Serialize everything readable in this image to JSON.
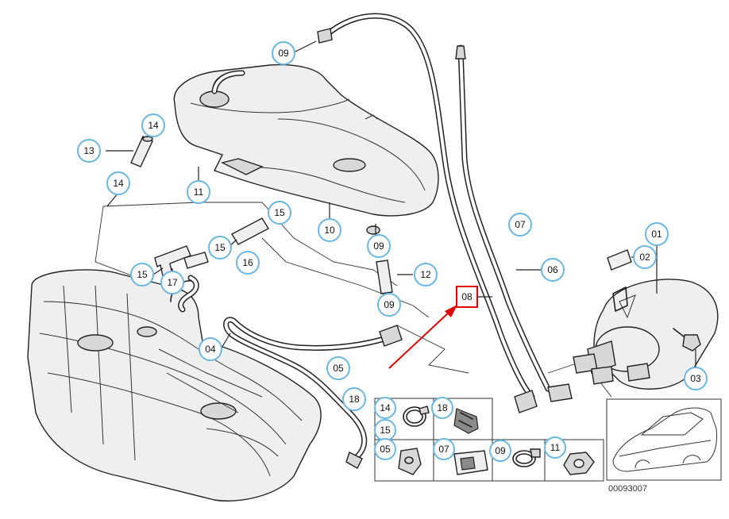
{
  "diagram_code": "00093007",
  "highlighted_label": "08",
  "highlight_color": "#e00000",
  "callout_color": "#6bb7e3",
  "callouts": [
    {
      "id": "c-09-top",
      "label": "09"
    },
    {
      "id": "c-14-a",
      "label": "14"
    },
    {
      "id": "c-13",
      "label": "13"
    },
    {
      "id": "c-14-b",
      "label": "14"
    },
    {
      "id": "c-11",
      "label": "11"
    },
    {
      "id": "c-15-a",
      "label": "15"
    },
    {
      "id": "c-10",
      "label": "10"
    },
    {
      "id": "c-15-b",
      "label": "15"
    },
    {
      "id": "c-16",
      "label": "16"
    },
    {
      "id": "c-09-mid",
      "label": "09"
    },
    {
      "id": "c-15-c",
      "label": "15"
    },
    {
      "id": "c-17",
      "label": "17"
    },
    {
      "id": "c-12",
      "label": "12"
    },
    {
      "id": "c-09-low",
      "label": "09"
    },
    {
      "id": "c-07",
      "label": "07"
    },
    {
      "id": "c-06",
      "label": "06"
    },
    {
      "id": "c-01",
      "label": "01"
    },
    {
      "id": "c-02",
      "label": "02"
    },
    {
      "id": "c-03",
      "label": "03"
    },
    {
      "id": "c-04",
      "label": "04"
    },
    {
      "id": "c-05",
      "label": "05"
    },
    {
      "id": "c-18",
      "label": "18"
    }
  ],
  "parts_grid": [
    {
      "id": "g-14",
      "label": "14"
    },
    {
      "id": "g-15",
      "label": "15"
    },
    {
      "id": "g-18",
      "label": "18"
    },
    {
      "id": "g-05",
      "label": "05"
    },
    {
      "id": "g-07",
      "label": "07"
    },
    {
      "id": "g-09",
      "label": "09"
    },
    {
      "id": "g-11",
      "label": "11"
    }
  ]
}
